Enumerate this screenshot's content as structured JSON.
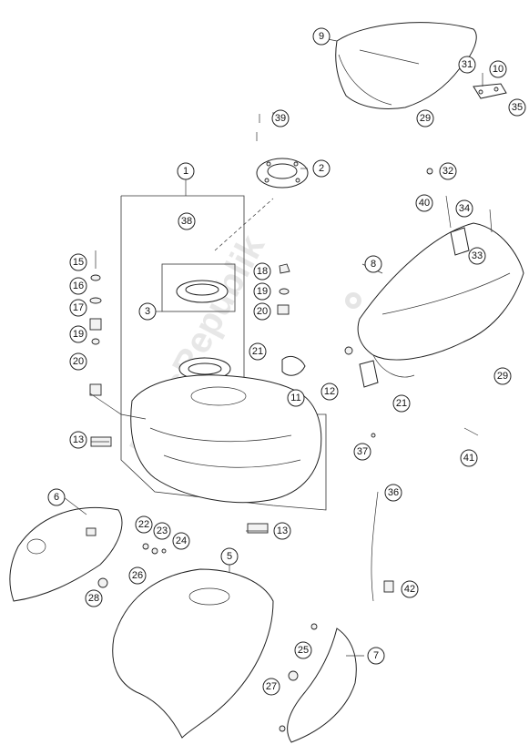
{
  "diagram": {
    "watermark": "PartsRepublik",
    "callouts": [
      "1",
      "2",
      "3",
      "5",
      "6",
      "7",
      "8",
      "9",
      "10",
      "11",
      "12",
      "13",
      "13",
      "15",
      "16",
      "17",
      "19",
      "19",
      "20",
      "20",
      "21",
      "21",
      "22",
      "23",
      "24",
      "25",
      "26",
      "27",
      "28",
      "29",
      "29",
      "31",
      "32",
      "33",
      "34",
      "35",
      "36",
      "37",
      "38",
      "39",
      "40",
      "41",
      "42",
      "18"
    ]
  }
}
